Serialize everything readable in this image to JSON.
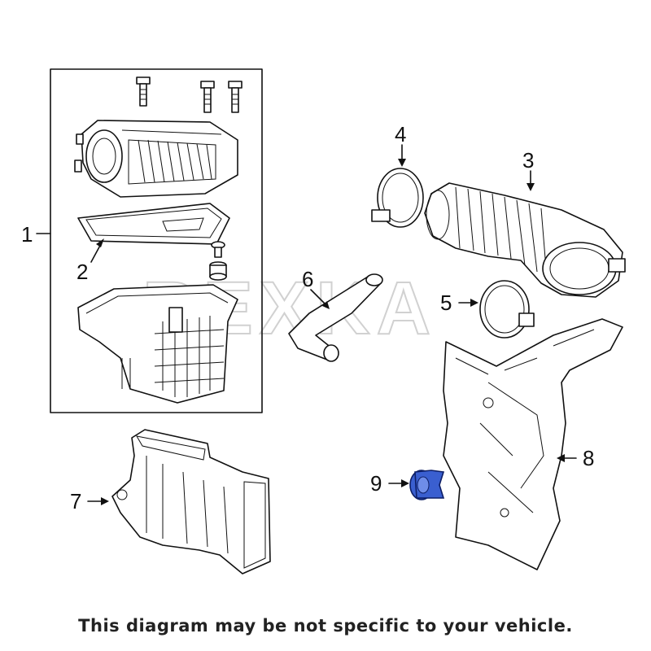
{
  "callouts": {
    "c1": "1",
    "c2": "2",
    "c3": "3",
    "c4": "4",
    "c5": "5",
    "c6": "6",
    "c7": "7",
    "c8": "8",
    "c9": "9"
  },
  "watermark": "REXKA",
  "caption": "This diagram may be not specific to your vehicle.",
  "colors": {
    "line": "#111111",
    "highlight_part": "#3a5fd0",
    "watermark": "#c9c9c9"
  }
}
